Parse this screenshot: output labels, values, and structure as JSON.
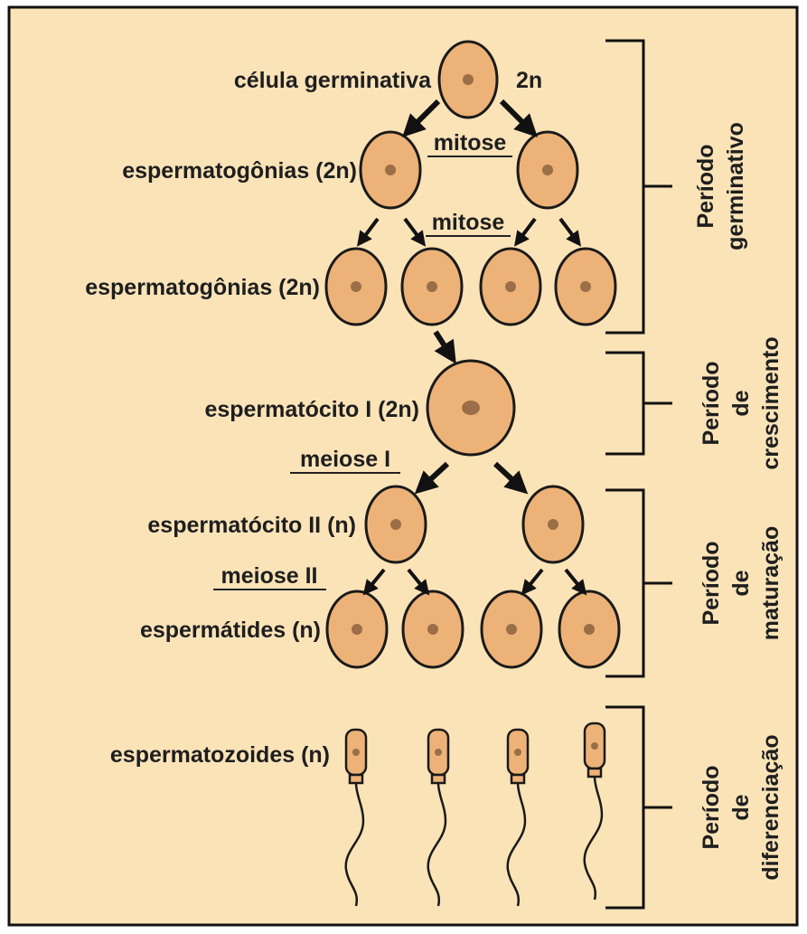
{
  "colors": {
    "background": "#FBE3B8",
    "cell_fill": "#EDB277",
    "cell_stroke": "#1A1A1A",
    "nucleus": "#9A6E47",
    "text": "#1E1E1E"
  },
  "labels": {
    "germ_cell": "célula germinativa",
    "ploidy_2n": "2n",
    "spermatogonia_1": "espermatogônias (2n)",
    "spermatogonia_2": "espermatogônias (2n)",
    "spermatocyte_1": "espermatócito I (2n)",
    "spermatocyte_2": "espermatócito II (n)",
    "spermatids": "espermátides (n)",
    "spermatozoa": "espermatozoides (n)"
  },
  "processes": {
    "mitosis_1": "mitose",
    "mitosis_2": "mitose",
    "meiosis_1": "meiose I",
    "meiosis_2": "meiose II"
  },
  "periods": {
    "germinative": {
      "line1": "Período",
      "line2": "germinativo"
    },
    "growth": {
      "line1": "Período",
      "line2": "de",
      "line3": "crescimento"
    },
    "maturation": {
      "line1": "Período",
      "line2": "de",
      "line3": "maturação"
    },
    "differentiation": {
      "line1": "Período",
      "line2": "de",
      "line3": "diferenciação"
    }
  },
  "stage_cell_counts": {
    "germ_cell": 1,
    "spermatogonia_1": 2,
    "spermatogonia_2": 4,
    "spermatocyte_1": 1,
    "spermatocyte_2": 2,
    "spermatids": 4,
    "spermatozoa": 4
  }
}
